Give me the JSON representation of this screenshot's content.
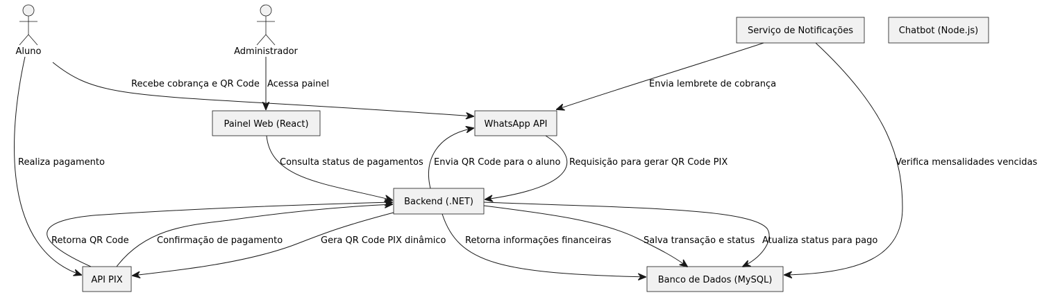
{
  "actors": {
    "aluno": "Aluno",
    "administrador": "Administrador"
  },
  "nodes": {
    "notificacoes": "Serviço de Notificações",
    "chatbot": "Chatbot (Node.js)",
    "painel": "Painel Web (React)",
    "whatsapp": "WhatsApp API",
    "backend": "Backend (.NET)",
    "apipix": "API PIX",
    "banco": "Banco de Dados (MySQL)"
  },
  "edges": {
    "recebe_cobranca": "Recebe cobrança e QR Code",
    "acessa_painel": "Acessa painel",
    "envia_lembrete": "Envia lembrete de cobrança",
    "realiza_pagamento": "Realiza pagamento",
    "consulta_status": "Consulta status de pagamentos",
    "envia_qr": "Envia QR Code para o aluno",
    "requisicao_qr": "Requisição para gerar QR Code PIX",
    "verifica_mensalidades": "Verifica mensalidades vencidas",
    "retorna_qr": "Retorna QR Code",
    "confirmacao_pagamento": "Confirmação de pagamento",
    "gera_qr": "Gera QR Code PIX dinâmico",
    "retorna_info": "Retorna informações financeiras",
    "salva_transacao": "Salva transação e status",
    "atualiza_status": "Atualiza status para pago"
  }
}
